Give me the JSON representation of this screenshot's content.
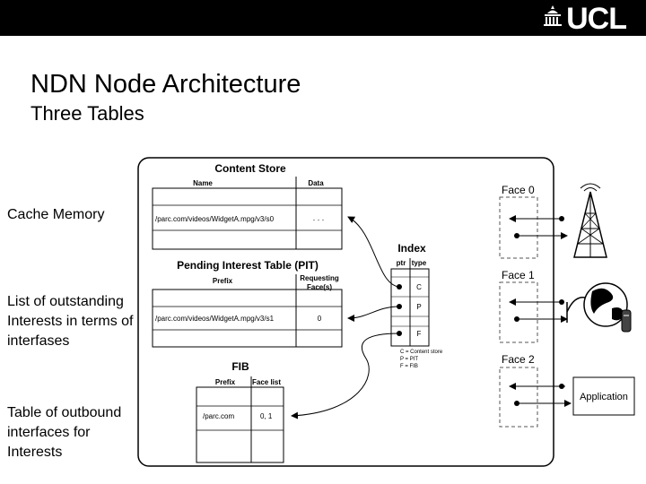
{
  "header": {
    "logo_text": "UCL"
  },
  "slide": {
    "title": "NDN Node Architecture",
    "subtitle": "Three Tables",
    "side_labels": [
      "Cache Memory",
      "List of outstanding Interests in terms of interfases",
      "Table of outbound interfaces for Interests"
    ]
  },
  "diagram": {
    "content_store": {
      "title": "Content Store",
      "col_name": "Name",
      "col_data": "Data",
      "row_name": "/parc.com/videos/WidgetA.mpg/v3/s0",
      "row_data": ". . ."
    },
    "pit": {
      "title": "Pending Interest Table (PIT)",
      "col_prefix": "Prefix",
      "col_faces": "Requesting Face(s)",
      "row_prefix": "/parc.com/videos/WidgetA.mpg/v3/s1",
      "row_faces": "0"
    },
    "fib": {
      "title": "FIB",
      "col_prefix": "Prefix",
      "col_faces": "Face list",
      "row_prefix": "/parc.com",
      "row_faces": "0, 1"
    },
    "index": {
      "title": "Index",
      "col_ptr": "ptr",
      "col_type": "type",
      "types": [
        "C",
        "P",
        "F"
      ],
      "legend": [
        "C = Content store",
        "P = PIT",
        "F = FIB"
      ]
    },
    "faces": [
      "Face 0",
      "Face 1",
      "Face 2"
    ],
    "application_label": "Application"
  }
}
